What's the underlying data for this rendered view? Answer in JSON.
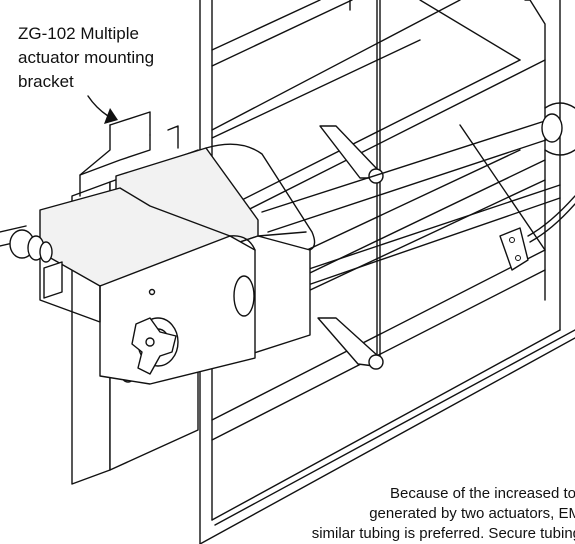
{
  "callout": {
    "lines": [
      "ZG-102 Multiple",
      "actuator mounting",
      "bracket"
    ]
  },
  "note": {
    "lines": [
      "Because of the increased tor",
      "generated by two actuators, EM",
      "similar tubing is preferred. Secure tubing"
    ]
  },
  "colors": {
    "line": "#111111",
    "background": "#ffffff"
  }
}
